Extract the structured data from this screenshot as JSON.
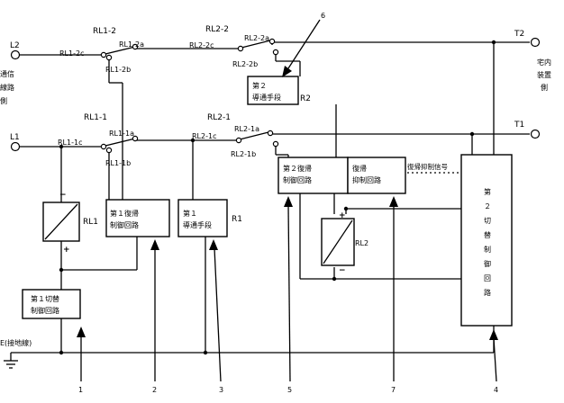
{
  "terminals": {
    "l2": "L2",
    "l1": "L1",
    "t2": "T2",
    "t1": "T1",
    "e": "E(接地線)"
  },
  "side_labels": {
    "line_side": [
      "通信",
      "線路",
      "側"
    ],
    "house_side": [
      "宅内",
      "装置",
      "側"
    ]
  },
  "relay_contacts": {
    "rl1_2": "RL1-2",
    "rl1_2c": "RL1-2c",
    "rl1_2a": "RL1-2a",
    "rl1_2b": "RL1-2b",
    "rl2_2": "RL2-2",
    "rl2_2c": "RL2-2c",
    "rl2_2a": "RL2-2a",
    "rl2_2b": "RL2-2b",
    "rl1_1": "RL1-1",
    "rl1_1c": "RL1-1c",
    "rl1_1a": "RL1-1a",
    "rl1_1b": "RL1-1b",
    "rl2_1": "RL2-1",
    "rl2_1c": "RL2-1c",
    "rl2_1a": "RL2-1a",
    "rl2_1b": "RL2-1b"
  },
  "components": {
    "rl1": "RL1",
    "rl2": "RL2",
    "r1": "R1",
    "r2": "R2",
    "first_switch_control": [
      "第１切替",
      "制御回路"
    ],
    "first_recovery_control": [
      "第１復帰",
      "制御回路"
    ],
    "first_conduction": [
      "第１",
      "導通手段"
    ],
    "second_conduction": [
      "第２",
      "導通手段"
    ],
    "second_recovery_control": [
      "第２復帰",
      "制御回路"
    ],
    "recovery_suppress": [
      "復帰",
      "抑制回路"
    ],
    "second_switch_control": [
      "第",
      "２",
      "切",
      "替",
      "制",
      "御",
      "回",
      "路"
    ]
  },
  "signal_label": "復帰抑制信号",
  "polarity": {
    "rl1_top": "−",
    "rl1_bottom": "+",
    "rl2_top": "+",
    "rl2_bottom": "−"
  },
  "callouts": {
    "n1": "1",
    "n2": "2",
    "n3": "3",
    "n4": "4",
    "n5": "5",
    "n6": "6",
    "n7": "7"
  }
}
